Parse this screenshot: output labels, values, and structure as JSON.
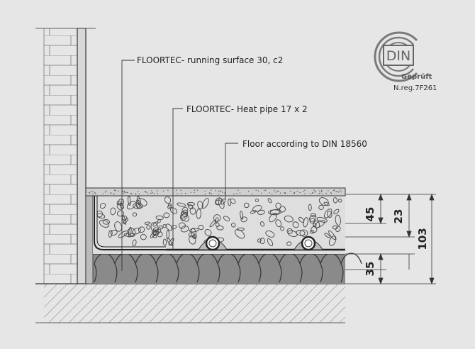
{
  "labels": {
    "running_surface": "FLOORTEC- running surface 30, c2",
    "heat_pipe": "FLOORTEC- Heat pipe 17 x 2",
    "floor": "Floor according to DIN 18560"
  },
  "dimensions": {
    "d45": "45",
    "d23": "23",
    "d103": "103",
    "d35": "35"
  },
  "logo": {
    "mark": "DIN",
    "sub": "Geprüft",
    "reg": "N.reg.7F261"
  },
  "colors": {
    "background": "#e6e6e6",
    "screed": "#dedede",
    "insulation": "#888888",
    "line": "#222222"
  }
}
